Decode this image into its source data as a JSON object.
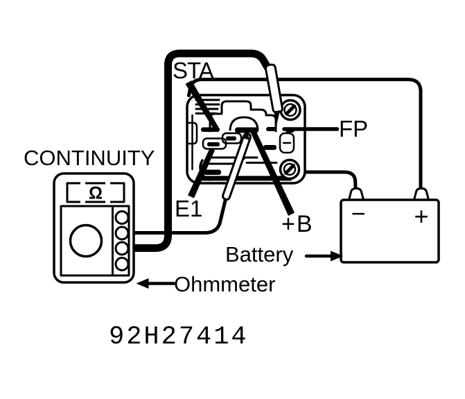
{
  "figure": {
    "background": "#ffffff",
    "ink_color": "#000000",
    "terminal_labels": {
      "sta": "STA",
      "fp": "FP",
      "e1": "E1",
      "plus_b": "+B"
    },
    "meter": {
      "mode_label": "CONTINUITY",
      "display_symbol": "Ω",
      "name_label": "Ohmmeter"
    },
    "battery": {
      "name_label": "Battery",
      "negative_symbol": "−",
      "positive_symbol": "+"
    },
    "part_number": "92H27414"
  }
}
